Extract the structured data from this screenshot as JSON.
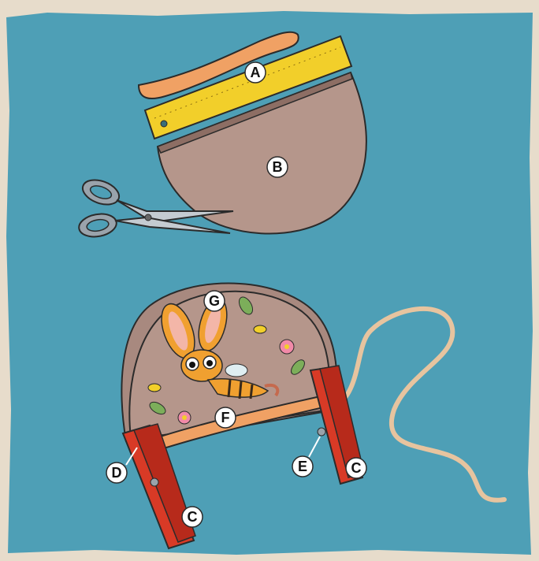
{
  "labels": {
    "a": "A",
    "b": "B",
    "c_right": "C",
    "c_bottom": "C",
    "d": "D",
    "e": "E",
    "f": "F",
    "g": "G"
  },
  "colors": {
    "backdrop": "#e7dccb",
    "paper": "#4e9fb6",
    "cardboard": "#b5968b",
    "ruler": "#f2cf2a",
    "rubber_band": "#f0a164",
    "clothespin": "#d83a26",
    "string": "#e7c49f",
    "outline": "#2b2b2b"
  },
  "icons": [
    "rubber-band-icon",
    "ruler-icon",
    "cardboard-half-circle-icon",
    "scissors-icon",
    "drum-icon",
    "rabbit-bee-icon",
    "bee-icon",
    "flower-icon",
    "leaf-icon",
    "clothespin-icon",
    "string-icon"
  ]
}
